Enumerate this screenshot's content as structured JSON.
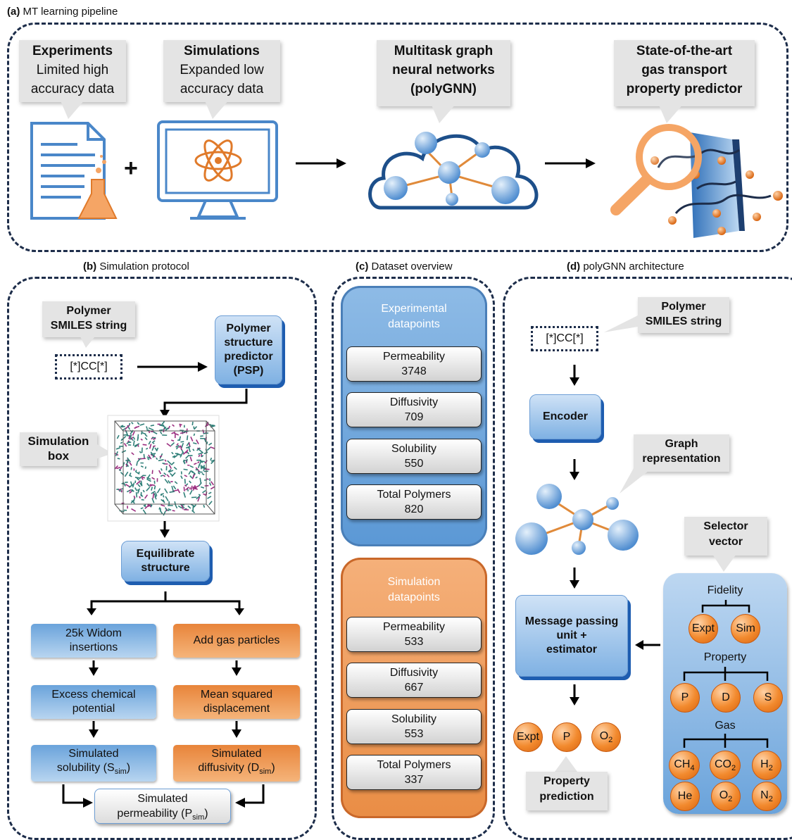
{
  "panel_a": {
    "title_bold": "(a)",
    "title_text": "MT learning pipeline",
    "experiments": {
      "heading": "Experiments",
      "line1": "Limited high",
      "line2": "accuracy data"
    },
    "simulations": {
      "heading": "Simulations",
      "line1": "Expanded low",
      "line2": "accuracy data"
    },
    "gnn": {
      "line1": "Multitask graph",
      "line2": "neural networks",
      "line3": "(polyGNN)"
    },
    "predictor": {
      "line1": "State-of-the-art",
      "line2": "gas transport",
      "line3": "property predictor"
    },
    "plus": "+"
  },
  "panel_b": {
    "title_bold": "(b)",
    "title_text": "Simulation protocol",
    "smiles_label": {
      "line1": "Polymer",
      "line2": "SMILES string"
    },
    "smiles_value": "[*]CC[*]",
    "psp": {
      "line1": "Polymer",
      "line2": "structure",
      "line3": "predictor",
      "line4": "(PSP)"
    },
    "sim_box": {
      "line1": "Simulation",
      "line2": "box"
    },
    "equilibrate": {
      "line1": "Equilibrate",
      "line2": "structure"
    },
    "widom": {
      "line1": "25k Widom",
      "line2": "insertions"
    },
    "add_gas": "Add gas particles",
    "excess": {
      "line1": "Excess chemical",
      "line2": "potential"
    },
    "msd": {
      "line1": "Mean squared",
      "line2": "displacement"
    },
    "sim_sol": {
      "line1": "Simulated",
      "line2": "solubility (S",
      "sub": "sim",
      "close": ")"
    },
    "sim_diff": {
      "line1": "Simulated",
      "line2": "diffusivity (D",
      "sub": "sim",
      "close": ")"
    },
    "sim_perm": {
      "line1": "Simulated",
      "line2": "permeability (P",
      "sub": "sim",
      "close": ")"
    }
  },
  "panel_c": {
    "title_bold": "(c)",
    "title_text": "Dataset overview",
    "experimental": {
      "heading_line1": "Experimental",
      "heading_line2": "datapoints",
      "items": [
        {
          "label": "Permeability",
          "value": "3748"
        },
        {
          "label": "Diffusivity",
          "value": "709"
        },
        {
          "label": "Solubility",
          "value": "550"
        },
        {
          "label": "Total Polymers",
          "value": "820"
        }
      ]
    },
    "simulation": {
      "heading_line1": "Simulation",
      "heading_line2": "datapoints",
      "items": [
        {
          "label": "Permeability",
          "value": "533"
        },
        {
          "label": "Diffusivity",
          "value": "667"
        },
        {
          "label": "Solubility",
          "value": "553"
        },
        {
          "label": "Total Polymers",
          "value": "337"
        }
      ]
    }
  },
  "panel_d": {
    "title_bold": "(d)",
    "title_text": "polyGNN architecture",
    "smiles_label": {
      "line1": "Polymer",
      "line2": "SMILES string"
    },
    "smiles_value": "[*]CC[*]",
    "encoder": "Encoder",
    "graph_label": {
      "line1": "Graph",
      "line2": "representation"
    },
    "selector_label": {
      "line1": "Selector",
      "line2": "vector"
    },
    "mpu": {
      "line1": "Message passing",
      "line2": "unit +",
      "line3": "estimator"
    },
    "fidelity": "Fidelity",
    "property": "Property",
    "gas": "Gas",
    "fidelity_options": [
      "Expt",
      "Sim"
    ],
    "property_options": [
      "P",
      "D",
      "S"
    ],
    "gas_options": [
      {
        "base": "CH",
        "sub": "4"
      },
      {
        "base": "CO",
        "sub": "2"
      },
      {
        "base": "H",
        "sub": "2"
      },
      {
        "base": "He",
        "sub": ""
      },
      {
        "base": "O",
        "sub": "2"
      },
      {
        "base": "N",
        "sub": "2"
      }
    ],
    "output": [
      {
        "base": "Expt",
        "sub": ""
      },
      {
        "base": "P",
        "sub": ""
      },
      {
        "base": "O",
        "sub": "2"
      }
    ],
    "prediction_label": {
      "line1": "Property",
      "line2": "prediction"
    }
  },
  "colors": {
    "navy": "#1d2d4a",
    "blue": "#7fb1e3",
    "orange": "#f28a2e",
    "gray": "#e4e4e4"
  }
}
